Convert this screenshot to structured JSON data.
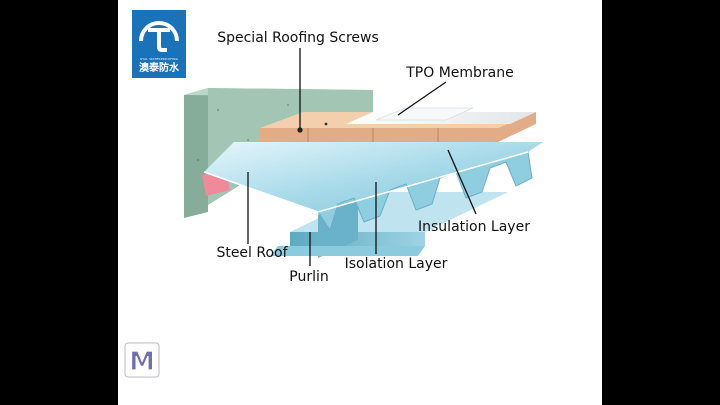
{
  "logo": {
    "subtitle": "OYAL WATERPROOFING",
    "chinese_name": "澳泰防水",
    "icon": "t-umbrella-icon",
    "brand_color": "#1a73b8"
  },
  "labels": {
    "screws": "Special Roofing Screws",
    "tpo": "TPO Membrane",
    "insulation": "Insulation Layer",
    "isolation": "Isolation Layer",
    "steel_roof": "Steel Roof",
    "purlin": "Purlin"
  },
  "badge": {
    "letter": "M"
  },
  "colors": {
    "wall": "#9fc3b0",
    "insulation": "#e6b996",
    "membrane": "#eef1f3",
    "steel": "#a8d9e8",
    "purlin": "#7cbdd3"
  }
}
